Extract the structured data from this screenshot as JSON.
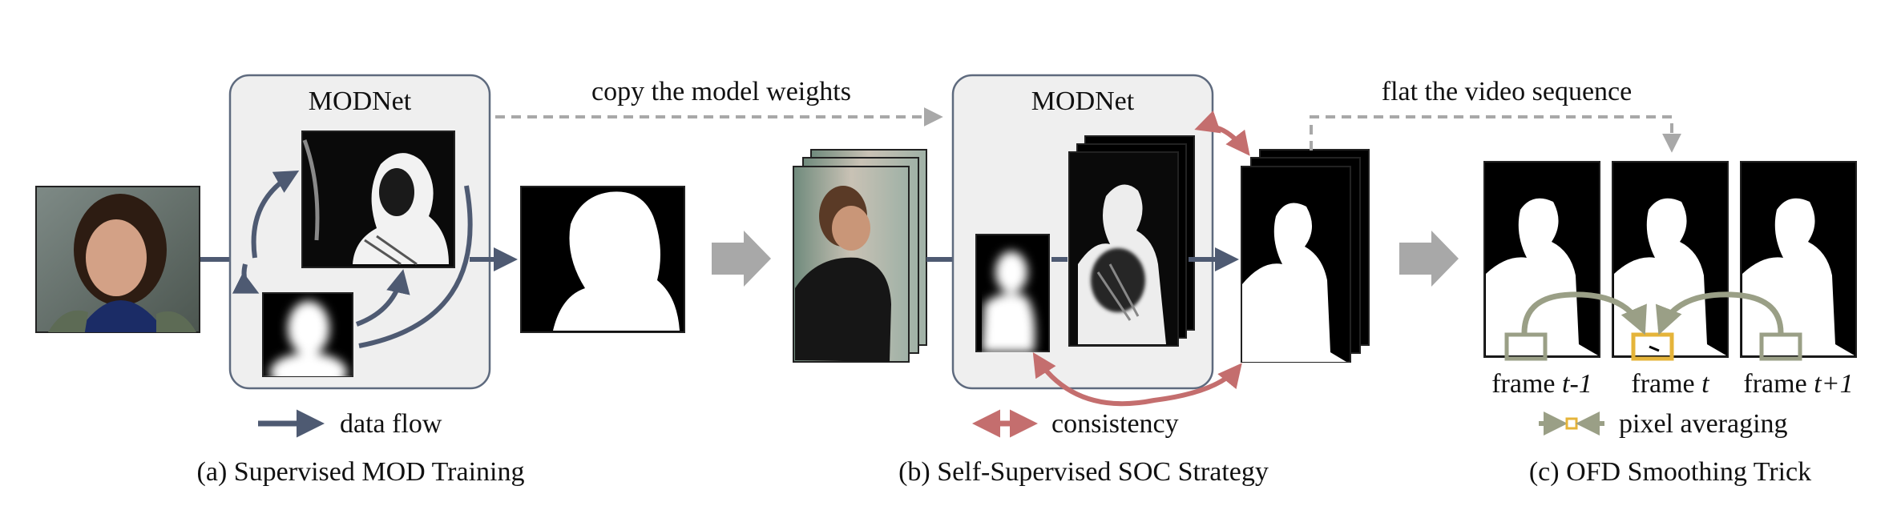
{
  "modnet_title": "MODNet",
  "copy_weights_label": "copy the model weights",
  "flat_video_label": "flat the video sequence",
  "legend": {
    "data_flow": "data flow",
    "consistency": "consistency",
    "pixel_averaging": "pixel averaging"
  },
  "frames": {
    "prev": {
      "prefix": "frame ",
      "var": "t-1"
    },
    "curr": {
      "prefix": "frame ",
      "var": "t"
    },
    "next": {
      "prefix": "frame ",
      "var": "t+1"
    }
  },
  "captions": {
    "a": "(a) Supervised MOD Training",
    "b": "(b) Self-Supervised SOC Strategy",
    "c": "(c) OFD Smoothing Trick"
  },
  "colors": {
    "flow_arrow": "#4e5a72",
    "consistency": "#c46e6e",
    "copy_dash": "#a8a8a8",
    "olive_arrow": "#9a9f86",
    "highlight_box": "#e5b43a",
    "box_fill": "#efefef",
    "box_stroke": "#5e6a7e"
  }
}
